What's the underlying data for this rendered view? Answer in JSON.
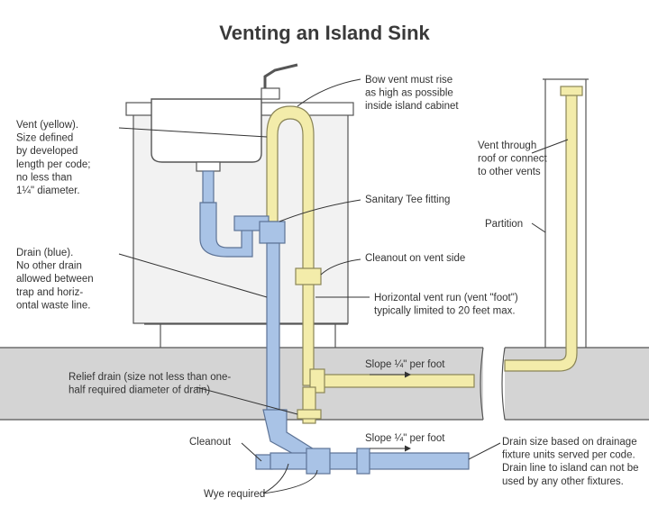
{
  "title": "Venting an Island Sink",
  "colors": {
    "vent": "#f3ecaa",
    "vent_stroke": "#8a8557",
    "drain": "#a9c3e6",
    "drain_stroke": "#5d7396",
    "floor": "#d4d4d4",
    "cabinet": "#f2f2f2"
  },
  "labels": {
    "vent_yellow": [
      "Vent (yellow).",
      "Size defined",
      "by developed",
      "length per code;",
      "no less than",
      "1¼\" diameter."
    ],
    "drain_blue": [
      "Drain (blue).",
      "No other drain",
      "allowed between",
      "trap and horiz-",
      "ontal waste line."
    ],
    "relief_drain": [
      "Relief drain (size not less than one-",
      "half required diameter of drain)"
    ],
    "cleanout": [
      "Cleanout"
    ],
    "wye_required": [
      "Wye required"
    ],
    "bow_vent": [
      "Bow vent must rise",
      "as high as possible",
      "inside island cabinet"
    ],
    "sanitary_tee": [
      "Sanitary Tee fitting"
    ],
    "cleanout_vent": [
      "Cleanout on vent side"
    ],
    "horizontal_vent": [
      "Horizontal vent run (vent \"foot\")",
      "typically limited to 20 feet max."
    ],
    "slope_upper": [
      "Slope ¼\" per foot"
    ],
    "slope_lower": [
      "Slope ¼\" per foot"
    ],
    "vent_through": [
      "Vent through",
      "roof or connect",
      "to other vents"
    ],
    "partition": [
      "Partition"
    ],
    "drain_size": [
      "Drain size based on drainage",
      "fixture units served per code.",
      "Drain line to island can not be",
      "used by any other fixtures."
    ]
  }
}
